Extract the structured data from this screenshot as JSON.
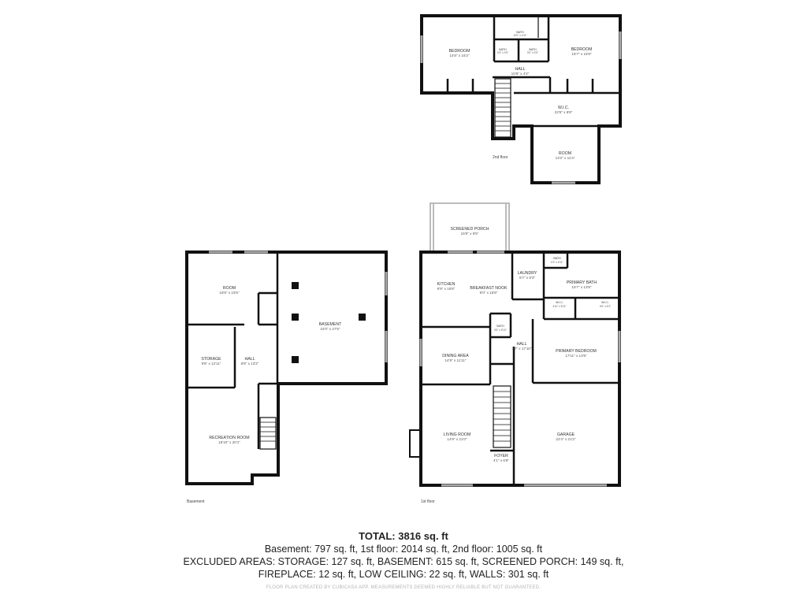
{
  "floors": {
    "second": {
      "label": "2nd floor",
      "rooms": {
        "bedroom_left": {
          "name": "BEDROOM",
          "dims": "14'6\" x 16'2\""
        },
        "bath_top": {
          "name": "BATH",
          "dims": "10'0\" x 4'11\""
        },
        "bath_mid_left": {
          "name": "BATH",
          "dims": "5'3\" x 3'9\""
        },
        "bath_mid_right": {
          "name": "BATH",
          "dims": "5'0\" x 3'9\""
        },
        "bedroom_right": {
          "name": "BEDROOM",
          "dims": "15'7\" x 15'8\""
        },
        "hall": {
          "name": "HALL",
          "dims": "10'8\" x 4'2\""
        },
        "wic": {
          "name": "W.I.C.",
          "dims": "22'6\" x 9'8\""
        },
        "room": {
          "name": "ROOM",
          "dims": "13'2\" x 11'4\""
        }
      }
    },
    "basement": {
      "label": "Basement",
      "rooms": {
        "room": {
          "name": "ROOM",
          "dims": "18'6\" x 15'5\""
        },
        "basement": {
          "name": "BASEMENT",
          "dims": "22'0\" x 27'5\""
        },
        "storage": {
          "name": "STORAGE",
          "dims": "9'6\" x 12'11\""
        },
        "hall": {
          "name": "HALL",
          "dims": "8'8\" x 13'2\""
        },
        "recreation": {
          "name": "RECREATION ROOM",
          "dims": "18'10\" x 20'1\""
        }
      }
    },
    "first": {
      "label": "1st floor",
      "rooms": {
        "screened_porch": {
          "name": "SCREENED PORCH",
          "dims": "15'9\" x 9'5\""
        },
        "kitchen": {
          "name": "KITCHEN",
          "dims": "9'9\" x 15'6\""
        },
        "breakfast_nook": {
          "name": "BREAKFAST NOOK",
          "dims": "9'0\" x 15'6\""
        },
        "laundry": {
          "name": "LAUNDRY",
          "dims": "6'7\" x 9'3\""
        },
        "bath_small": {
          "name": "BATH",
          "dims": "6'3\" x 6'11\""
        },
        "primary_bath": {
          "name": "PRIMARY BATH",
          "dims": "15'7\" x 13'8\""
        },
        "wic_left": {
          "name": "W.I.C.",
          "dims": "4'10\" x 5'11\""
        },
        "wic_right": {
          "name": "W.I.C.",
          "dims": "5'0\" x 6'3\""
        },
        "bath_center": {
          "name": "BATH",
          "dims": "5'6\" x 5'10\""
        },
        "hall": {
          "name": "HALL",
          "dims": "3'7\" x 17'10\""
        },
        "dining": {
          "name": "DINING AREA",
          "dims": "14'9\" x 11'11\""
        },
        "primary_bedroom": {
          "name": "PRIMARY BEDROOM",
          "dims": "17'11\" x 13'5\""
        },
        "living": {
          "name": "LIVING ROOM",
          "dims": "14'9\" x 21'0\""
        },
        "garage": {
          "name": "GARAGE",
          "dims": "22'4\" x 21'2\""
        },
        "foyer": {
          "name": "FOYER",
          "dims": "4'1\" x 6'8\""
        }
      }
    }
  },
  "summary": {
    "total": "TOTAL: 3816 sq. ft",
    "line1": "Basement: 797 sq. ft, 1st floor: 2014 sq. ft, 2nd floor: 1005 sq. ft",
    "line2": "EXCLUDED AREAS: STORAGE: 127 sq. ft, BASEMENT: 615 sq. ft, SCREENED PORCH: 149 sq. ft,",
    "line3": "FIREPLACE: 12 sq. ft, LOW CEILING: 22 sq. ft, WALLS: 301 sq. ft",
    "disclaimer": "FLOOR PLAN CREATED BY CUBICASA APP. MEASUREMENTS DEEMED HIGHLY RELIABLE BUT NOT GUARANTEED."
  }
}
